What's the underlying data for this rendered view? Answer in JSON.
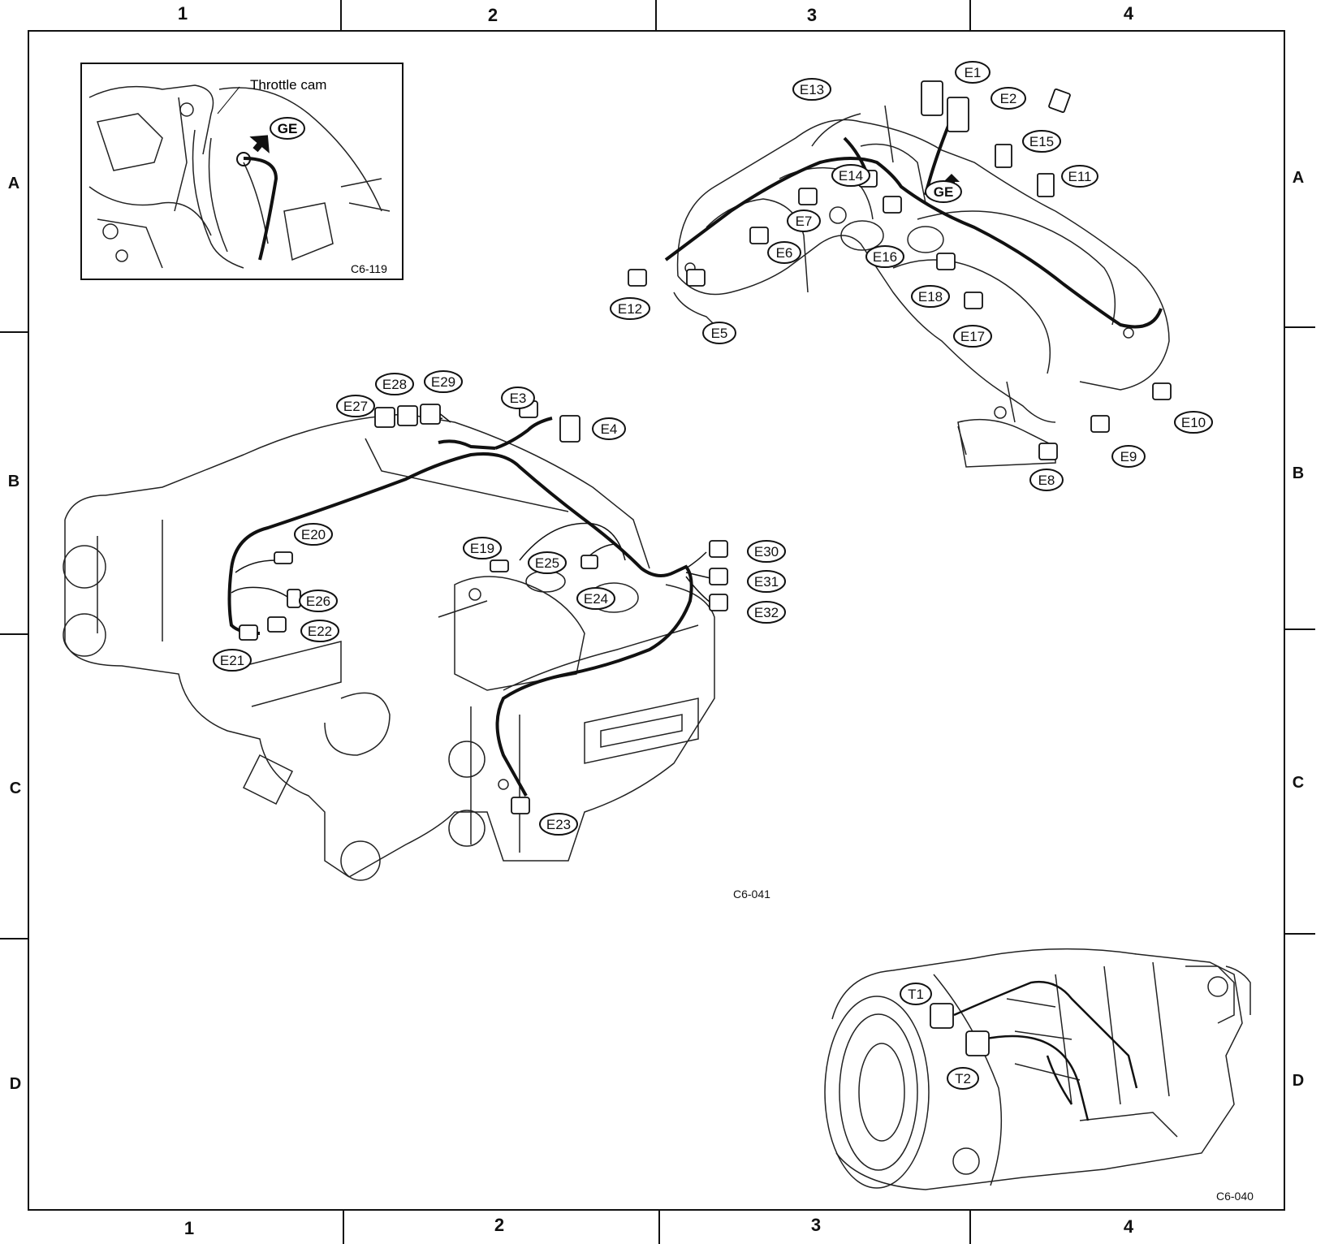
{
  "grid": {
    "columns": [
      "1",
      "2",
      "3",
      "4"
    ],
    "rows": [
      "A",
      "B",
      "C",
      "D"
    ]
  },
  "inset": {
    "label_throttle": "Throttle cam",
    "ground_tag": "GE",
    "figure_code": "C6-119"
  },
  "intake_manifold": {
    "connectors": [
      "E1",
      "E2",
      "E5",
      "E6",
      "E7",
      "E8",
      "E9",
      "E10",
      "E11",
      "E12",
      "E13",
      "E14",
      "E15",
      "E16",
      "E17",
      "E18"
    ],
    "ground_tag": "GE"
  },
  "engine": {
    "connectors": [
      "E3",
      "E4",
      "E19",
      "E20",
      "E21",
      "E22",
      "E23",
      "E24",
      "E25",
      "E26",
      "E27",
      "E28",
      "E29",
      "E30",
      "E31",
      "E32"
    ],
    "figure_code": "C6-041"
  },
  "transmission": {
    "connectors": [
      "T1",
      "T2"
    ],
    "figure_code": "C6-040"
  },
  "colors": {
    "line": "#111111",
    "background": "#ffffff"
  }
}
